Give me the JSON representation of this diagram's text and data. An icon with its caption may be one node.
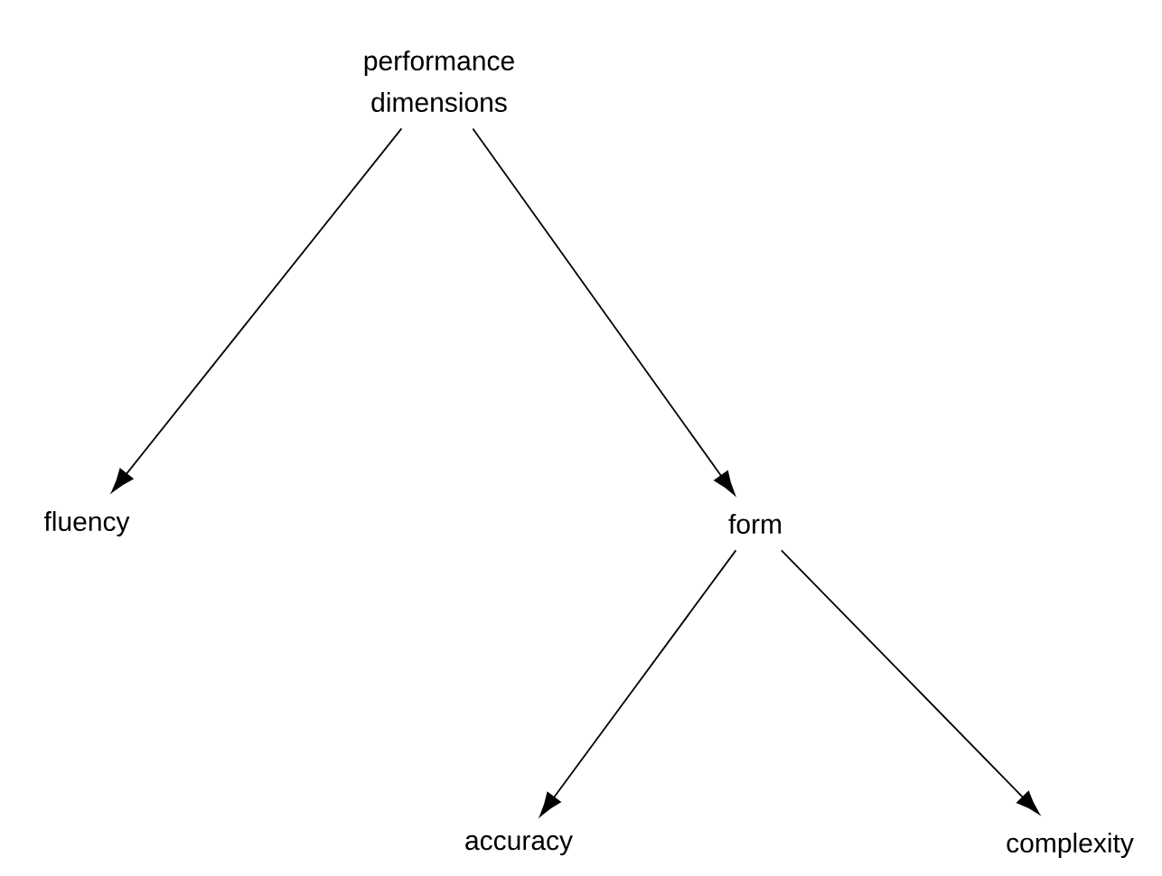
{
  "diagram": {
    "nodes": [
      {
        "text": [
          "performance dimensions"
        ]
      },
      {
        "text": [
          "fluency"
        ]
      },
      {
        "text": [
          "form"
        ]
      },
      {
        "text": [
          "accuracy"
        ]
      },
      {
        "text": [
          "complexity"
        ]
      }
    ],
    "edges": [
      {
        "from": 0,
        "to": 1,
        "arrow": "to"
      },
      {
        "from": 0,
        "to": 2,
        "arrow": "to"
      },
      {
        "from": 2,
        "to": 3,
        "arrow": "to"
      },
      {
        "from": 2,
        "to": 4,
        "arrow": "to"
      }
    ]
  }
}
